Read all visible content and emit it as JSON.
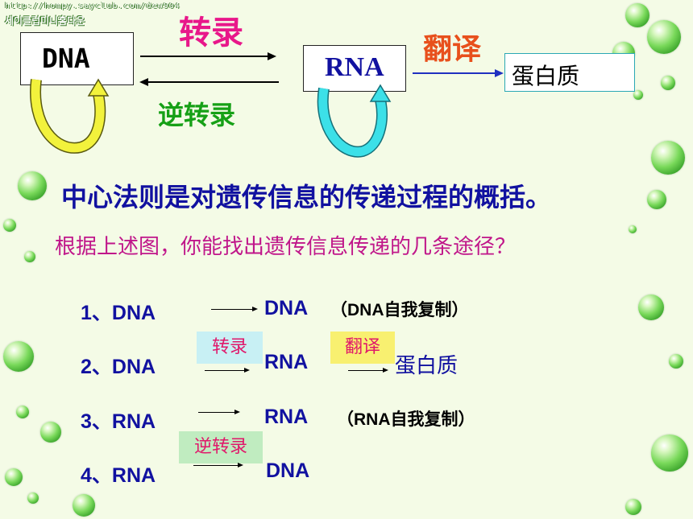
{
  "watermark": {
    "line1": "http://hompy.sayclub.com/dew904",
    "line2": "세이클럽미니홈다운"
  },
  "diagram": {
    "dna_label": "DNA",
    "rna_label": "RNA",
    "protein_label": "蛋白质",
    "transcription": "转录",
    "reverse_transcription": "逆转录",
    "translation": "翻译"
  },
  "statement": "中心法则是对遗传信息的传递过程的概括。",
  "question": "根据上述图，你能找出遗传信息传递的几条途径？",
  "pathways": [
    {
      "from": "1、DNA",
      "to": "DNA",
      "note": "（DNA自我复制）",
      "tag": ""
    },
    {
      "from": "2、DNA",
      "to": "RNA",
      "note": "",
      "tag": "转录",
      "tag2": "翻译",
      "extra": "蛋白质"
    },
    {
      "from": "3、RNA",
      "to": "RNA",
      "note": "（RNA自我复制）",
      "tag": ""
    },
    {
      "from": "4、RNA",
      "to": "DNA",
      "note": "",
      "tag": "逆转录"
    }
  ],
  "colors": {
    "magenta": "#e8178a",
    "orange": "#e8501c",
    "green": "#16a016",
    "navy": "#1111a0",
    "tag_bg_cyan": "#c8f0f4",
    "tag_bg_yellow": "#f8f070",
    "tag_bg_green": "#c0ecc0"
  }
}
